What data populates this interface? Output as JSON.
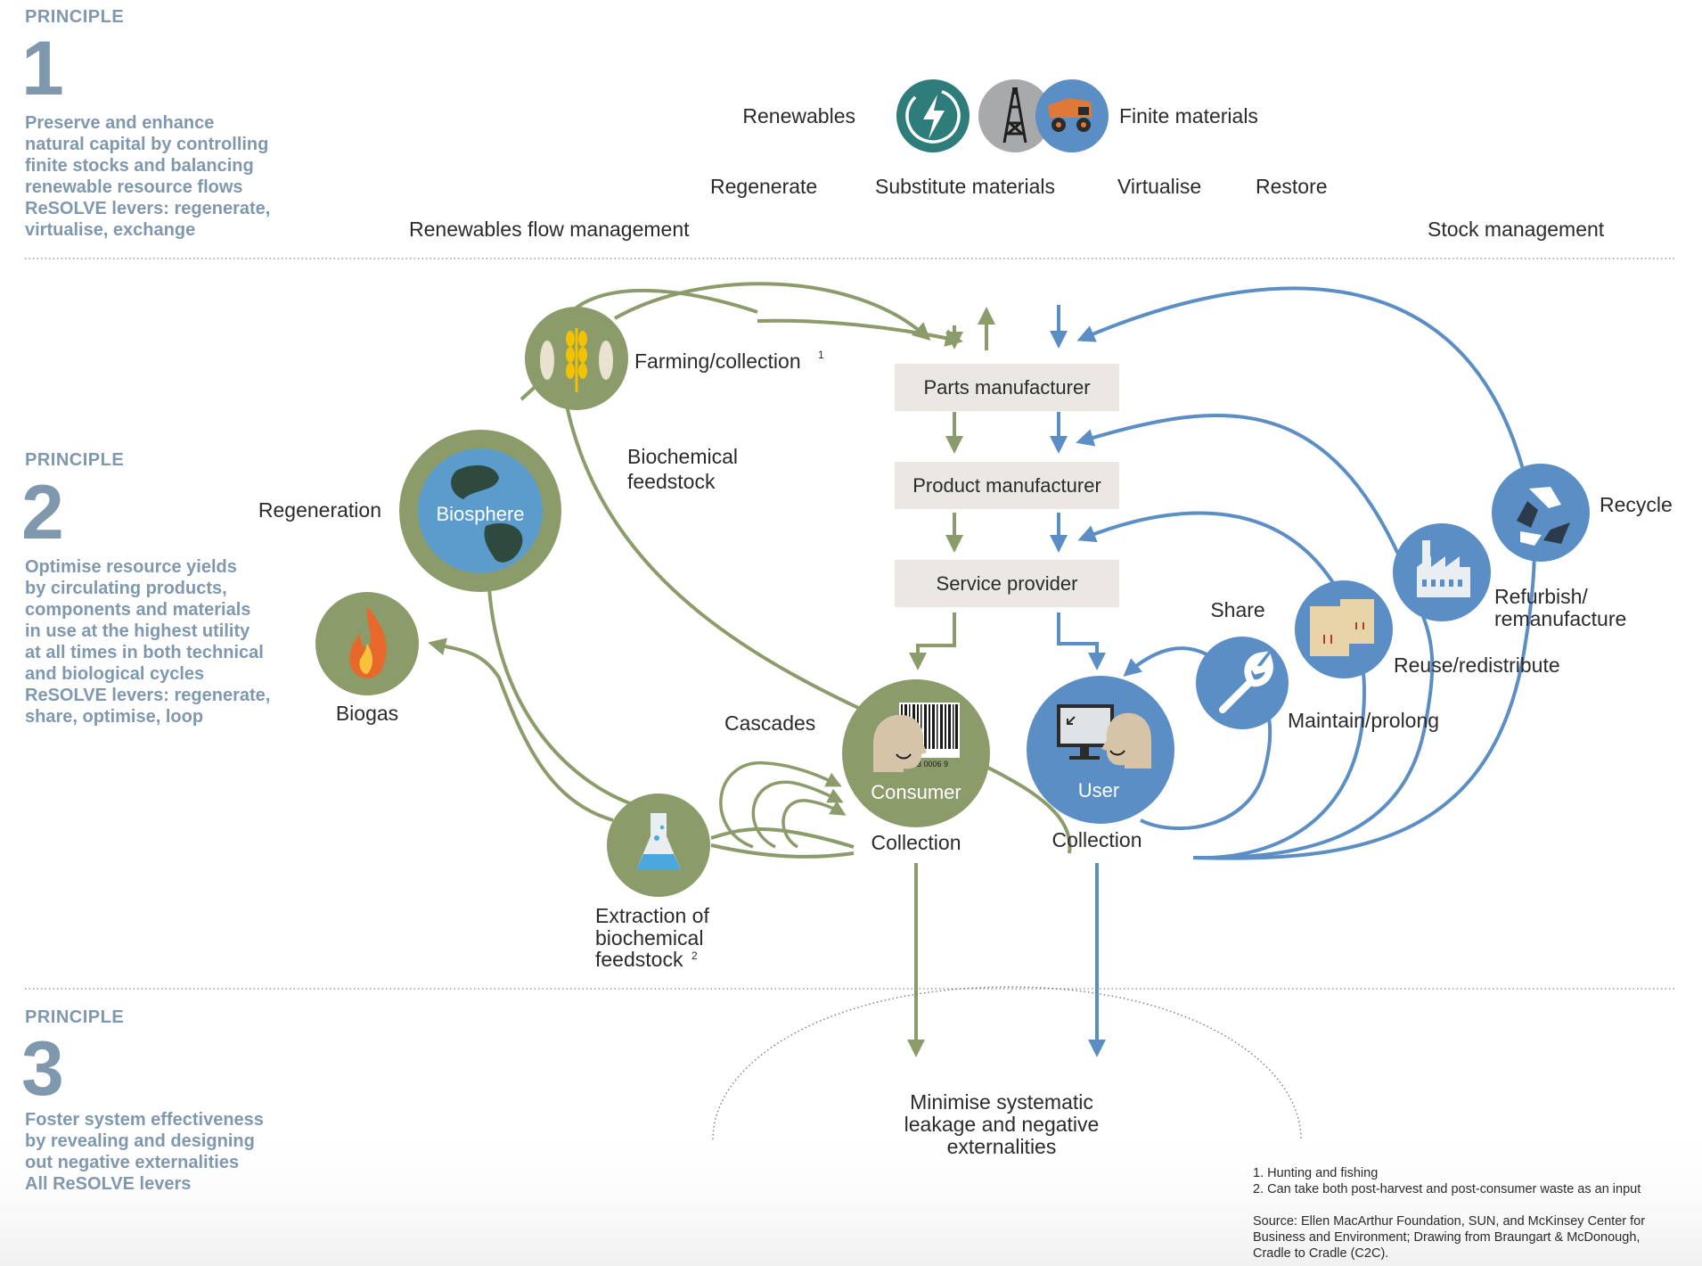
{
  "principles": [
    {
      "label": "PRINCIPLE",
      "number": "1",
      "lines": [
        "Preserve and enhance",
        "natural capital by controlling",
        "finite stocks and balancing",
        "renewable resource flows",
        "ReSOLVE levers: regenerate,",
        "virtualise, exchange"
      ]
    },
    {
      "label": "PRINCIPLE",
      "number": "2",
      "lines": [
        "Optimise resource yields",
        "by circulating products,",
        "components and materials",
        "in use at the highest utility",
        "at all times in both technical",
        "and biological cycles",
        "ReSOLVE levers: regenerate,",
        "share, optimise, loop"
      ]
    },
    {
      "label": "PRINCIPLE",
      "number": "3",
      "lines": [
        "Foster system effectiveness",
        "by revealing and designing",
        "out negative externalities",
        "All ReSOLVE levers"
      ]
    }
  ],
  "top": {
    "renewables": "Renewables",
    "finite_materials": "Finite materials",
    "regenerate": "Regenerate",
    "substitute_materials": "Substitute materials",
    "virtualise": "Virtualise",
    "restore": "Restore",
    "renewables_flow": "Renewables flow management",
    "stock_management": "Stock management"
  },
  "boxes": {
    "parts": "Parts manufacturer",
    "product": "Product manufacturer",
    "service": "Service provider"
  },
  "bio": {
    "farming": "Farming/collection",
    "farming_note": "1",
    "biochemical_feedstock": [
      "Biochemical",
      "feedstock"
    ],
    "regeneration": "Regeneration",
    "biosphere": "Biosphere",
    "biogas": "Biogas",
    "cascades": "Cascades",
    "extraction": [
      "Extraction of",
      "biochemical",
      "feedstock"
    ],
    "extraction_note": "2",
    "consumer": "Consumer",
    "barcode_digits": "03 0006 9",
    "consumer_collection": "Collection"
  },
  "tech": {
    "user": "User",
    "user_collection": "Collection",
    "share": "Share",
    "maintain": "Maintain/prolong",
    "reuse": "Reuse/redistribute",
    "refurbish": [
      "Refurbish/",
      "remanufacture"
    ],
    "recycle": "Recycle"
  },
  "leakage": [
    "Minimise systematic",
    "leakage and negative",
    "externalities"
  ],
  "footnotes": {
    "notes": [
      "1. Hunting and fishing",
      "2. Can take both post-harvest and post-consumer waste as an input"
    ],
    "source": [
      "Source: Ellen MacArthur Foundation, SUN, and McKinsey Center for",
      "Business and Environment; Drawing from Braungart & McDonough,",
      "Cradle to Cradle (C2C)."
    ]
  },
  "colors": {
    "green": "#8c9b6a",
    "blue": "#5b8ec5",
    "teal": "#2e7d7a",
    "grey": "#a8a9ab",
    "principle_text": "#7f98ae",
    "box_fill": "#ebe8e4"
  },
  "icons": {
    "renewables": "lightning-bolt-icon",
    "finite_oil": "oil-derrick-icon",
    "finite_mining": "mining-truck-icon",
    "farming": "wheat-and-fish-icon",
    "biosphere": "globe-icon",
    "biogas": "flame-icon",
    "extraction": "flask-icon",
    "share": "wrench-icon",
    "reuse": "boxes-icon",
    "refurbish": "factory-icon",
    "recycle": "recycle-arrows-icon"
  }
}
